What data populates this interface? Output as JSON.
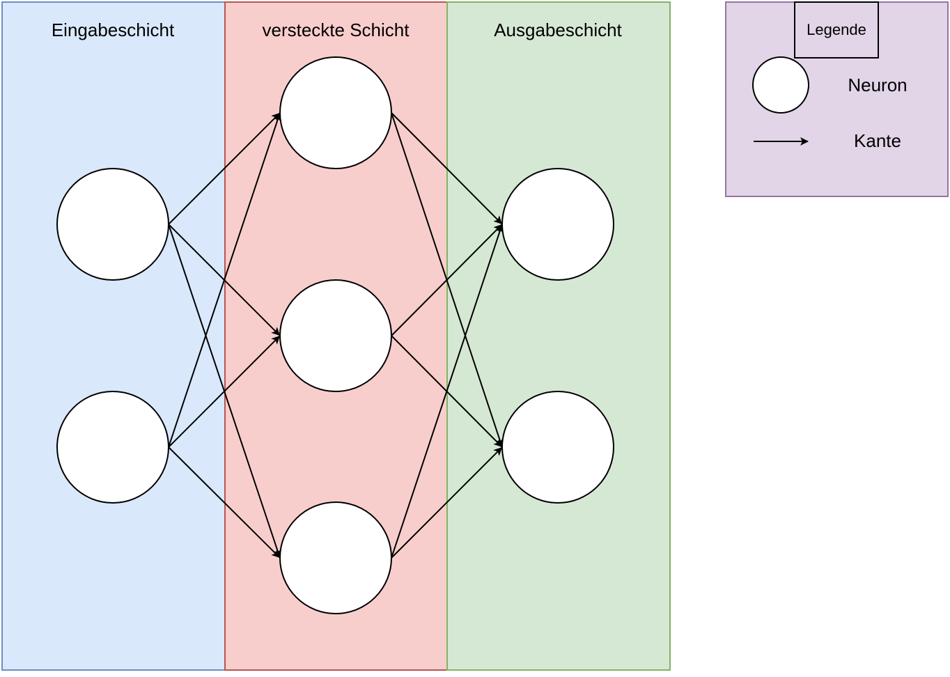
{
  "layers": [
    {
      "id": "input",
      "title": "Eingabeschicht",
      "fill": "#dae8fc",
      "stroke": "#6c8ebf",
      "neurons": 2
    },
    {
      "id": "hidden",
      "title": "versteckte Schicht",
      "fill": "#f8cecc",
      "stroke": "#b85450",
      "neurons": 3
    },
    {
      "id": "output",
      "title": "Ausgabeschicht",
      "fill": "#d5e8d4",
      "stroke": "#82b366",
      "neurons": 2
    }
  ],
  "connections": "fully-connected",
  "legend": {
    "title": "Legende",
    "fill": "#e1d5e7",
    "stroke": "#9673a6",
    "neuron_label": "Neuron",
    "edge_label": "Kante"
  }
}
